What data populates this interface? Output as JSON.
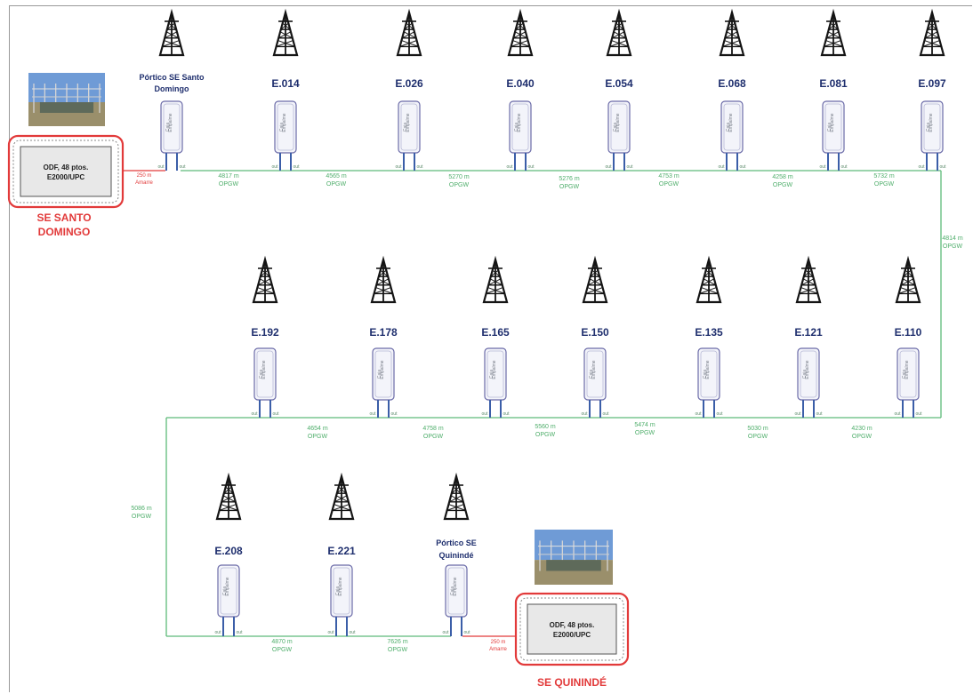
{
  "towers": [
    {
      "id": "portico-sd",
      "label_lines": [
        "Pórtico SE Santo",
        "Domingo"
      ]
    },
    {
      "id": "e014",
      "label_lines": [
        "E.014"
      ]
    },
    {
      "id": "e026",
      "label_lines": [
        "E.026"
      ]
    },
    {
      "id": "e040",
      "label_lines": [
        "E.040"
      ]
    },
    {
      "id": "e054",
      "label_lines": [
        "E.054"
      ]
    },
    {
      "id": "e068",
      "label_lines": [
        "E.068"
      ]
    },
    {
      "id": "e081",
      "label_lines": [
        "E.081"
      ]
    },
    {
      "id": "e097",
      "label_lines": [
        "E.097"
      ]
    },
    {
      "id": "e110",
      "label_lines": [
        "E.110"
      ]
    },
    {
      "id": "e121",
      "label_lines": [
        "E.121"
      ]
    },
    {
      "id": "e135",
      "label_lines": [
        "E.135"
      ]
    },
    {
      "id": "e150",
      "label_lines": [
        "E.150"
      ]
    },
    {
      "id": "e165",
      "label_lines": [
        "E.165"
      ]
    },
    {
      "id": "e178",
      "label_lines": [
        "E.178"
      ]
    },
    {
      "id": "e192",
      "label_lines": [
        "E.192"
      ]
    },
    {
      "id": "e208",
      "label_lines": [
        "E.208"
      ]
    },
    {
      "id": "e221",
      "label_lines": [
        "E.221"
      ]
    },
    {
      "id": "portico-q",
      "label_lines": [
        "Pórtico SE",
        "Quinindé"
      ]
    }
  ],
  "splice_box_text": [
    "Caja",
    "Empalme"
  ],
  "port_label": "out",
  "cables": [
    {
      "lines": [
        "250 m",
        "Amarre"
      ],
      "kind": "red"
    },
    {
      "lines": [
        "4817 m",
        "OPGW"
      ],
      "kind": "green"
    },
    {
      "lines": [
        "4565 m",
        "OPGW"
      ],
      "kind": "green"
    },
    {
      "lines": [
        "5270 m",
        "OPGW"
      ],
      "kind": "green"
    },
    {
      "lines": [
        "5276 m",
        "OPGW"
      ],
      "kind": "green"
    },
    {
      "lines": [
        "4753 m",
        "OPGW"
      ],
      "kind": "green"
    },
    {
      "lines": [
        "4258 m",
        "OPGW"
      ],
      "kind": "green"
    },
    {
      "lines": [
        "5732 m",
        "OPGW"
      ],
      "kind": "green"
    },
    {
      "lines": [
        "4814 m",
        "OPGW"
      ],
      "kind": "green"
    },
    {
      "lines": [
        "4230 m",
        "OPGW"
      ],
      "kind": "green"
    },
    {
      "lines": [
        "5030 m",
        "OPGW"
      ],
      "kind": "green"
    },
    {
      "lines": [
        "5474 m",
        "OPGW"
      ],
      "kind": "green"
    },
    {
      "lines": [
        "5560 m",
        "OPGW"
      ],
      "kind": "green"
    },
    {
      "lines": [
        "4758 m",
        "OPGW"
      ],
      "kind": "green"
    },
    {
      "lines": [
        "4654 m",
        "OPGW"
      ],
      "kind": "green"
    },
    {
      "lines": [
        "5086 m",
        "OPGW"
      ],
      "kind": "green"
    },
    {
      "lines": [
        "4870 m",
        "OPGW"
      ],
      "kind": "green"
    },
    {
      "lines": [
        "7626 m",
        "OPGW"
      ],
      "kind": "green"
    },
    {
      "lines": [
        "250 m",
        "Amarre"
      ],
      "kind": "red"
    }
  ],
  "substations": [
    {
      "id": "santo-domingo",
      "odf_lines": [
        "ODF, 48 ptos.",
        "E2000/UPC"
      ],
      "name_lines": [
        "SE SANTO",
        "DOMINGO"
      ]
    },
    {
      "id": "quininde",
      "odf_lines": [
        "ODF, 48 ptos.",
        "E2000/UPC"
      ],
      "name_lines": [
        "SE QUININDÉ"
      ]
    }
  ],
  "colors": {
    "fiber": "#5dbb7a",
    "fiber_red": "#e23a3a",
    "tower": "#151515",
    "label": "#1f2f6e",
    "box_border": "#6b6ba8",
    "odf_border": "#e23a3a"
  }
}
